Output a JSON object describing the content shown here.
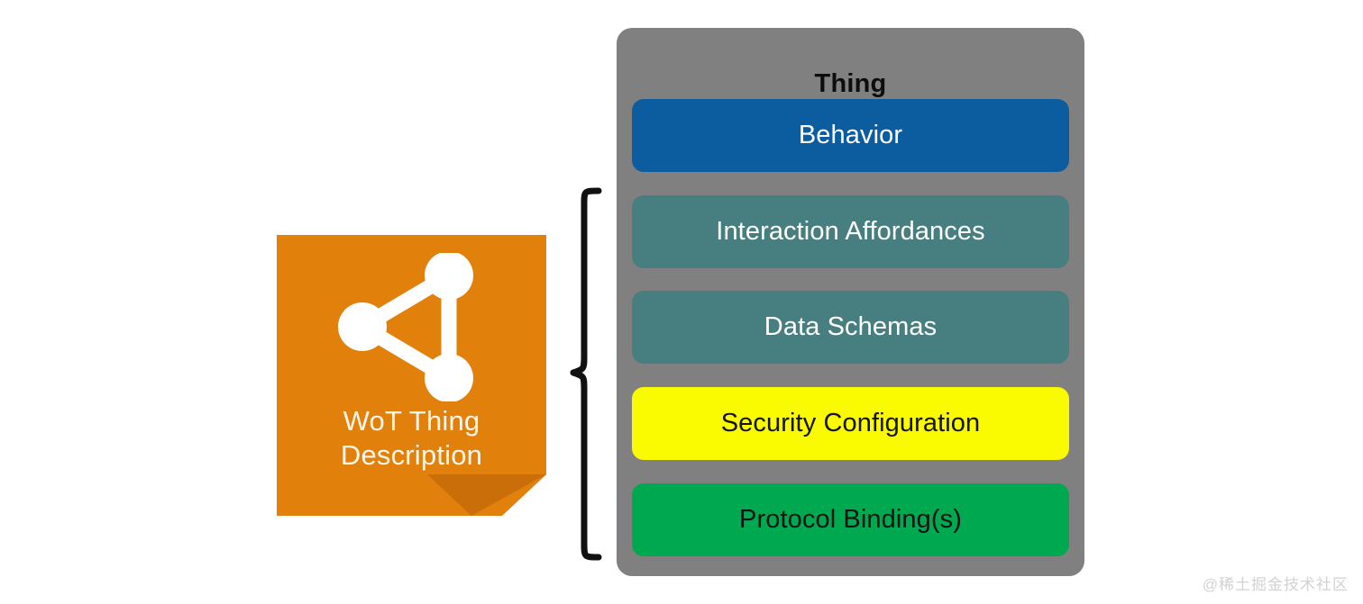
{
  "diagram": {
    "source_node": {
      "icon_name": "wot-triangle-network-icon",
      "label": "WoT Thing\nDescription",
      "fill_color": "#E2800C",
      "fold_color": "#C96E08",
      "text_color": "#FCF6EC"
    },
    "connector": {
      "name": "curly-brace",
      "color": "#111111",
      "orientation": "points-left"
    },
    "thing_panel": {
      "title": "Thing",
      "panel_color": "#808080",
      "title_color": "#0D0D0D",
      "rows": [
        {
          "label": "Behavior",
          "fill": "#0B5DA0",
          "text_color": "#FFFFFF"
        },
        {
          "label": "Interaction Affordances",
          "fill": "#477F80",
          "text_color": "#FFFFFF"
        },
        {
          "label": "Data Schemas",
          "fill": "#477F80",
          "text_color": "#FFFFFF"
        },
        {
          "label": "Security Configuration",
          "fill": "#FAFA00",
          "text_color": "#141414"
        },
        {
          "label": "Protocol Binding(s)",
          "fill": "#00A94F",
          "text_color": "#141414"
        }
      ]
    }
  },
  "watermark": {
    "text": "@稀土掘金技术社区"
  }
}
